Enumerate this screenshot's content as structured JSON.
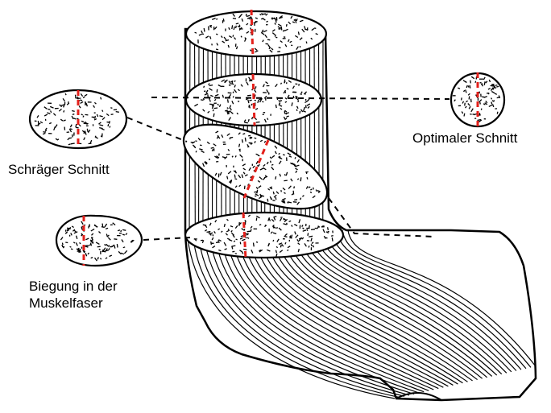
{
  "labels": {
    "oblique_cut": "Schräger Schnitt",
    "optimal_cut": "Optimaler Schnitt",
    "bend_line1": "Biegung in der",
    "bend_line2": "Muskelfaser"
  },
  "colors": {
    "outline": "#000000",
    "cut_line": "#e3201b",
    "background": "#ffffff"
  }
}
